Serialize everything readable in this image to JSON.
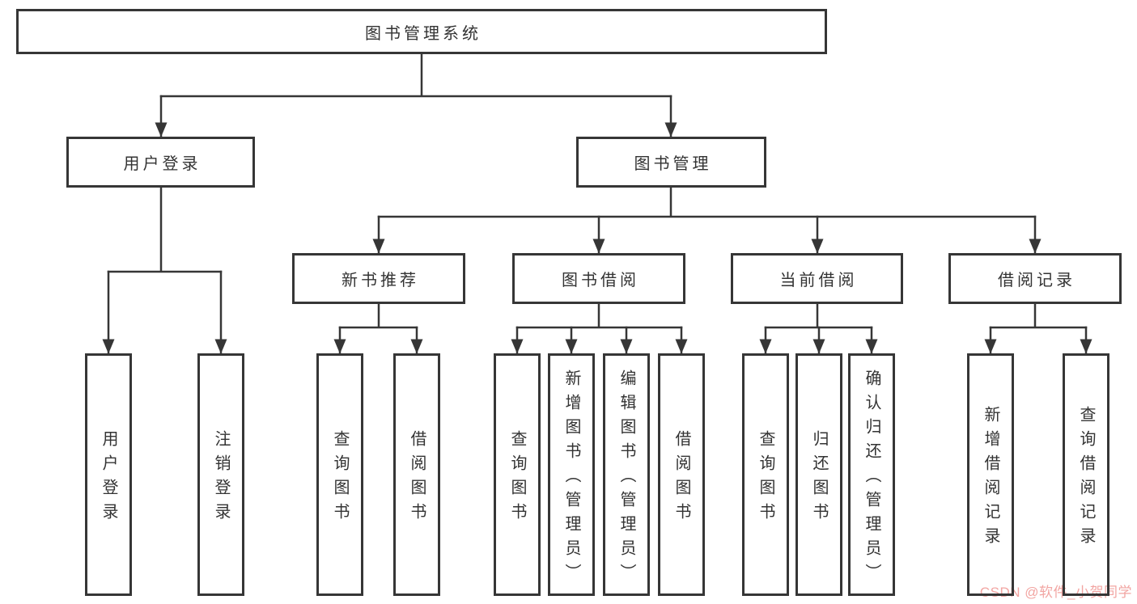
{
  "diagram": {
    "root_label": "图书管理系统",
    "level2": [
      {
        "label": "用户登录"
      },
      {
        "label": "图书管理"
      }
    ],
    "level3": [
      {
        "label": "新书推荐"
      },
      {
        "label": "图书借阅"
      },
      {
        "label": "当前借阅"
      },
      {
        "label": "借阅记录"
      }
    ],
    "leaves": {
      "user_login": [
        "用户登录",
        "注销登录"
      ],
      "new_book": [
        "查询图书",
        "借阅图书"
      ],
      "book_borrow": [
        "查询图书",
        "新增图书（管理员）",
        "编辑图书（管理员）",
        "借阅图书"
      ],
      "current_borrow": [
        "查询图书",
        "归还图书",
        "确认归还（管理员）"
      ],
      "borrow_records": [
        "新增借阅记录",
        "查询借阅记录"
      ]
    }
  },
  "watermark": {
    "text": "CSDN @软件_小贺同学",
    "color": "#f2a5a2"
  },
  "colors": {
    "line": "#363636",
    "text": "#333333",
    "background": "#ffffff"
  }
}
